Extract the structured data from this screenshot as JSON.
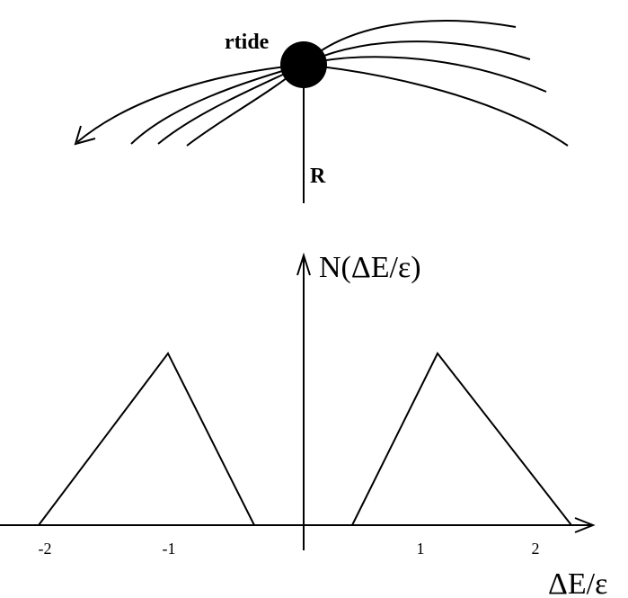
{
  "labels": {
    "tidal_radius": "rtide",
    "radius": "R",
    "y_axis": "N(ΔE/ε)",
    "x_axis": "ΔE/ε"
  },
  "ticks": [
    "-2",
    "-1",
    "1",
    "2"
  ],
  "colors": {
    "ink": "#000000",
    "background": "#ffffff"
  }
}
